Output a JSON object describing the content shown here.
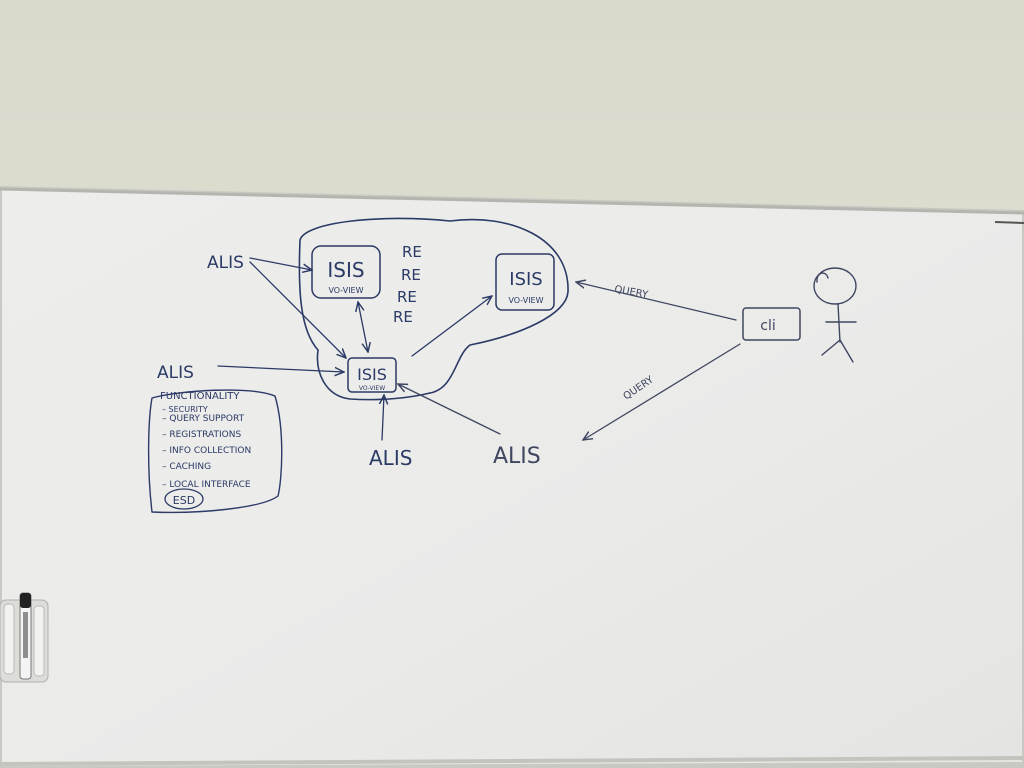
{
  "nodes": {
    "isis_left": {
      "title": "ISIS",
      "subtitle": "VO-VIEW"
    },
    "isis_right": {
      "title": "ISIS",
      "subtitle": "VO-VIEW"
    },
    "isis_lower": {
      "title": "ISIS",
      "subtitle": "VO-VIEW"
    },
    "client": {
      "label": "cli"
    }
  },
  "re_labels": [
    "RE",
    "RE",
    "RE",
    "RE"
  ],
  "alis_labels": [
    "ALIS",
    "ALIS",
    "ALIS",
    "ALIS"
  ],
  "edge_labels": {
    "query_top": "QUERY",
    "query_bottom": "QUERY"
  },
  "functionality": {
    "title": "FUNCTIONALITY",
    "items": [
      "– SECURITY",
      "– QUERY SUPPORT",
      "– REGISTRATIONS",
      "– INFO COLLECTION",
      "– CACHING",
      "– LOCAL INTERFACE"
    ],
    "badge": "ESD"
  },
  "colors": {
    "ink": "#2b3a66",
    "board": "#ececec",
    "wall": "#dcdcd0"
  }
}
